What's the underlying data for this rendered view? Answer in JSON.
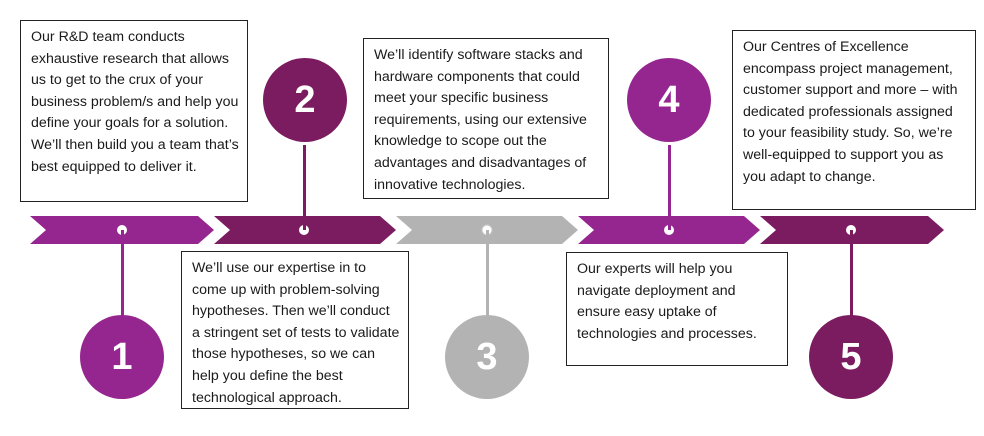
{
  "steps": [
    {
      "number": "1",
      "color": "#96268f",
      "text": "Our R&D team conducts exhaustive research that allows us to get to the crux of your business problem/s and help you define your goals for a solution. We’ll then build you a team that’s best equipped to deliver it."
    },
    {
      "number": "2",
      "color": "#7b1c61",
      "text": "We’ll use our expertise in to come up with problem-solving hypotheses. Then we’ll conduct a stringent set of tests to validate those hypotheses, so we can help you define the best technological approach."
    },
    {
      "number": "3",
      "color": "#b3b3b3",
      "text": "We’ll identify software stacks and hardware components that could meet your specific business requirements, using our extensive knowledge to scope out the advantages and disadvantages of innovative technologies."
    },
    {
      "number": "4",
      "color": "#96268f",
      "text": "Our experts will help you navigate deployment and ensure easy uptake of technologies and processes."
    },
    {
      "number": "5",
      "color": "#7b1c61",
      "text": "Our Centres of Excellence encompass project management, customer support and more – with dedicated professionals assigned to your feasibility study. So, we’re well-equipped to support you as you adapt to change."
    }
  ]
}
